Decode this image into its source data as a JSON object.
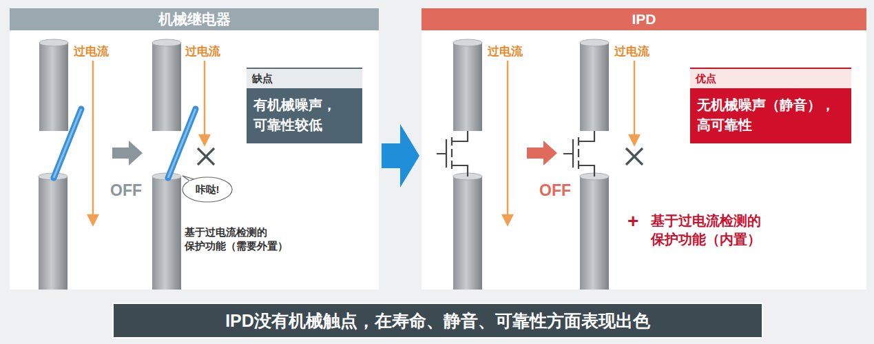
{
  "diagram": {
    "nodes": [
      {
        "text": [
          "机械继电器"
        ]
      },
      {
        "text": [
          "缺点",
          "有机械噪声， 可靠性较低"
        ],
        "in": 0
      },
      {
        "text": [
          "咔哒!"
        ],
        "in": 0
      },
      {
        "text": [
          "IPD"
        ]
      },
      {
        "text": [
          "优点",
          "无机械噪声（静音）， 高可靠性"
        ],
        "in": 3
      },
      {
        "text": [
          "IPD没有机械触点，在寿命、静音、可靠性方面表现出色"
        ]
      }
    ],
    "edges": [
      {
        "from": 0,
        "to": 3,
        "arrow": "to"
      }
    ],
    "labels": [
      "过电流",
      "过电流",
      "OFF",
      "基于过电流检测的 保护功能（需要外置）",
      "过电流",
      "过电流",
      "OFF",
      "+",
      "基于过电流检测的 保护功能（内置）"
    ]
  }
}
